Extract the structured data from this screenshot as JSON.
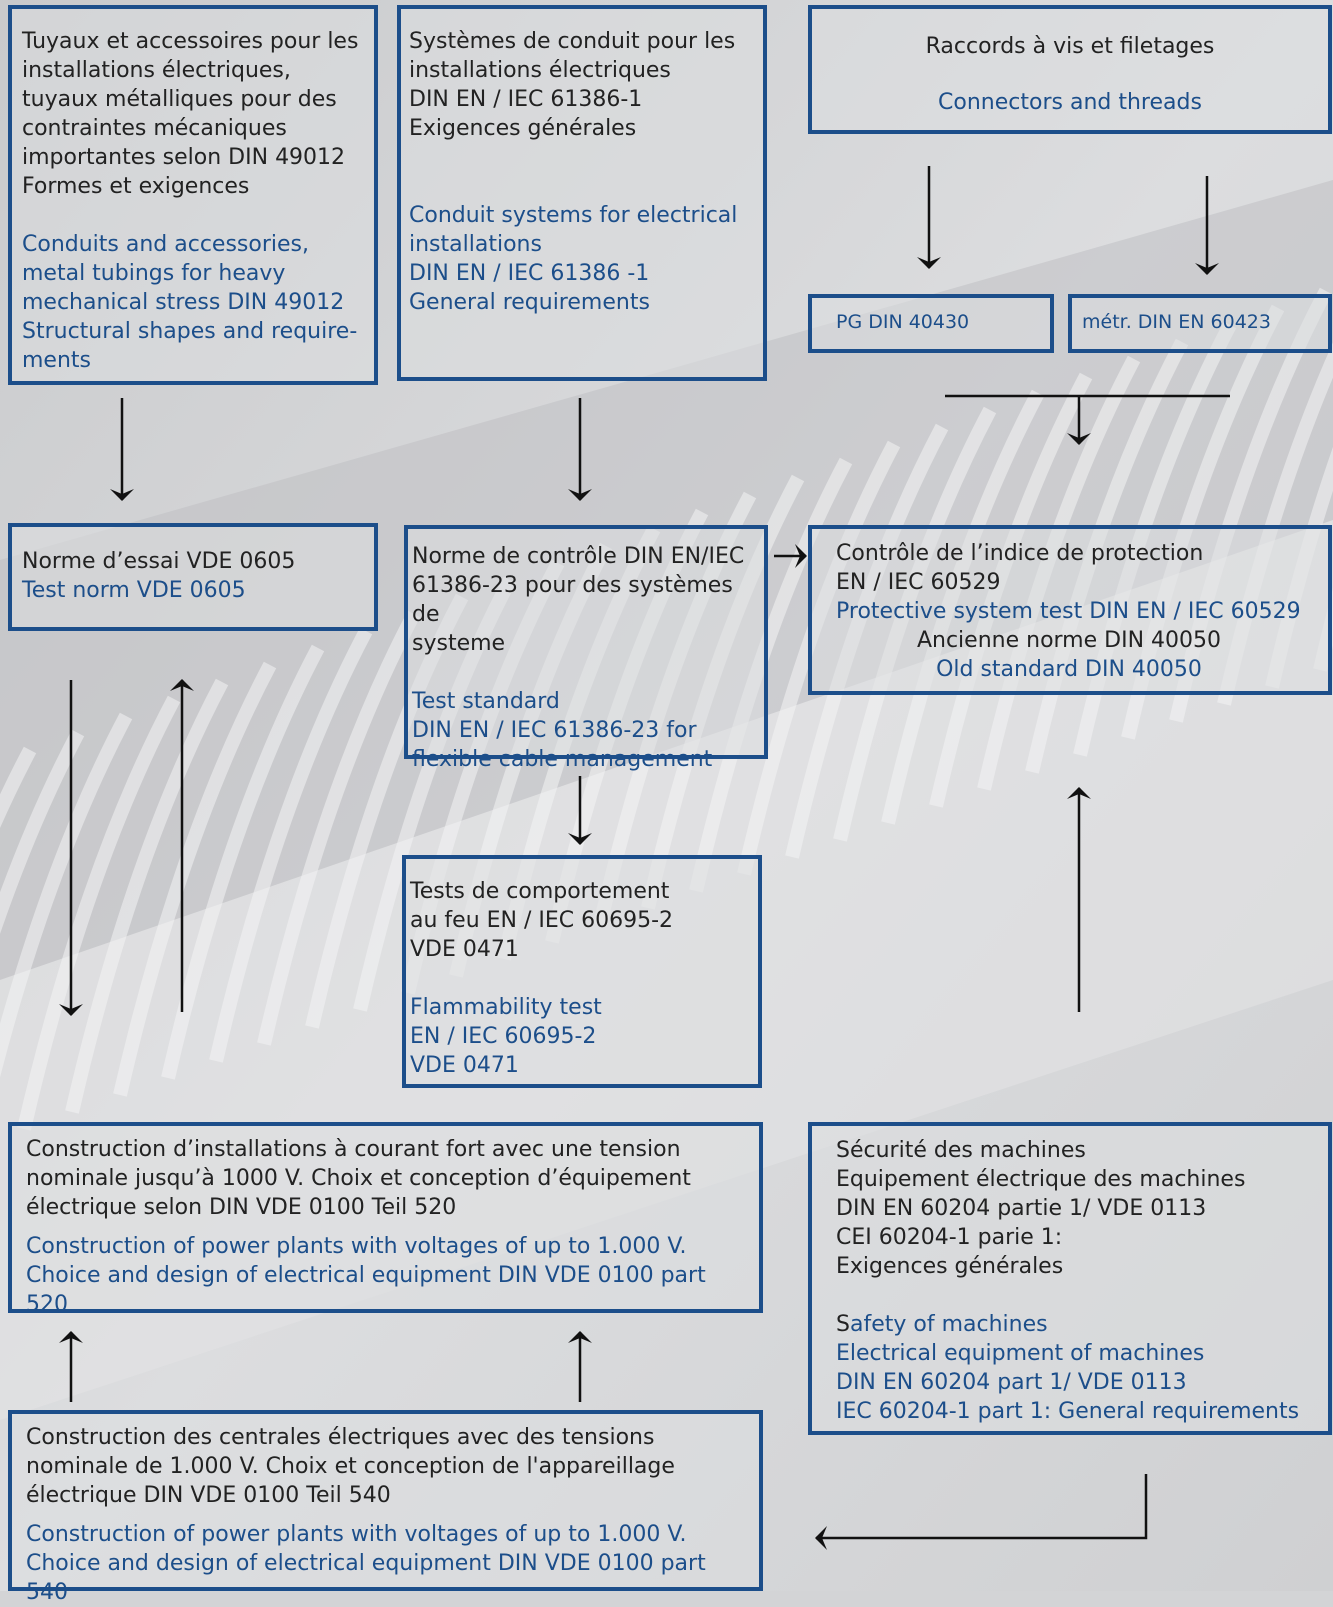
{
  "colors": {
    "accent": "#1c4e8a",
    "text": "#222222"
  },
  "boxes": {
    "tubes": {
      "fr": "Tuyaux et accessoires pour les\ninstallations électriques,\ntuyaux métalliques pour des\ncontraintes mécaniques\nimportantes selon DIN 49012\nFormes et exigences",
      "en": "Conduits and accessories,\nmetal tubings for heavy\nmechanical stress DIN 49012\nStructural shapes and require-\nments"
    },
    "conduit": {
      "fr": "Systèmes de conduit  pour les\ninstallations électriques\nDIN EN / IEC 61386-1\nExigences générales",
      "en": "Conduit systems for electrical\ninstallations\nDIN EN / IEC 61386 -1\nGeneral requirements"
    },
    "connectors": {
      "fr": "Raccords à vis et filetages",
      "en": "Connectors and threads"
    },
    "pg": {
      "label": "PG DIN 40430"
    },
    "metric": {
      "label": "métr. DIN EN 60423"
    },
    "test_norm": {
      "fr": "Norme d’essai  VDE 0605",
      "en": "Test norm VDE 0605"
    },
    "test_standard": {
      "fr": "Norme de contrôle DIN EN/IEC\n61386-23 pour des systèmes de\nsysteme",
      "en": "Test standard\nDIN EN / IEC 61386-23 for\nflexible cable management"
    },
    "protection": {
      "fr": "Contrôle de l’indice de protection\nEN / IEC 60529",
      "en": "Protective system test DIN EN / IEC 60529",
      "old_fr": "Ancienne norme DIN 40050",
      "old_en": "Old standard DIN 40050"
    },
    "fire": {
      "fr": "Tests de comportement\nau feu  EN / IEC 60695-2\nVDE 0471",
      "en": "Flammability test\nEN / IEC 60695-2\nVDE 0471"
    },
    "power520": {
      "fr": "Construction d’installations à courant fort avec une tension\nnominale jusqu’à 1000 V. Choix et conception d’équipement\nélectrique selon DIN VDE 0100 Teil 520",
      "en": "Construction of power plants with voltages of up to 1.000 V.\nChoice and design of electrical equipment DIN VDE 0100 part 520"
    },
    "machines": {
      "fr": "Sécurité des machines\nEquipement électrique des machines\nDIN EN 60204 partie 1/ VDE 0113\nCEI 60204-1 parie 1:\nExigences générales",
      "en_first_letter": "S",
      "en": "afety of machines\nElectrical equipment of machines\nDIN EN 60204 part 1/ VDE 0113\nIEC 60204-1 part 1: General requirements"
    },
    "power540": {
      "fr": "Construction des centrales électriques avec des tensions\nnominale de 1.000 V. Choix et conception de l'appareillage\nélectrique DIN VDE 0100 Teil 540",
      "en": "Construction of power plants with voltages of up to 1.000 V.\nChoice and design of electrical equipment DIN VDE 0100 part 540"
    }
  }
}
